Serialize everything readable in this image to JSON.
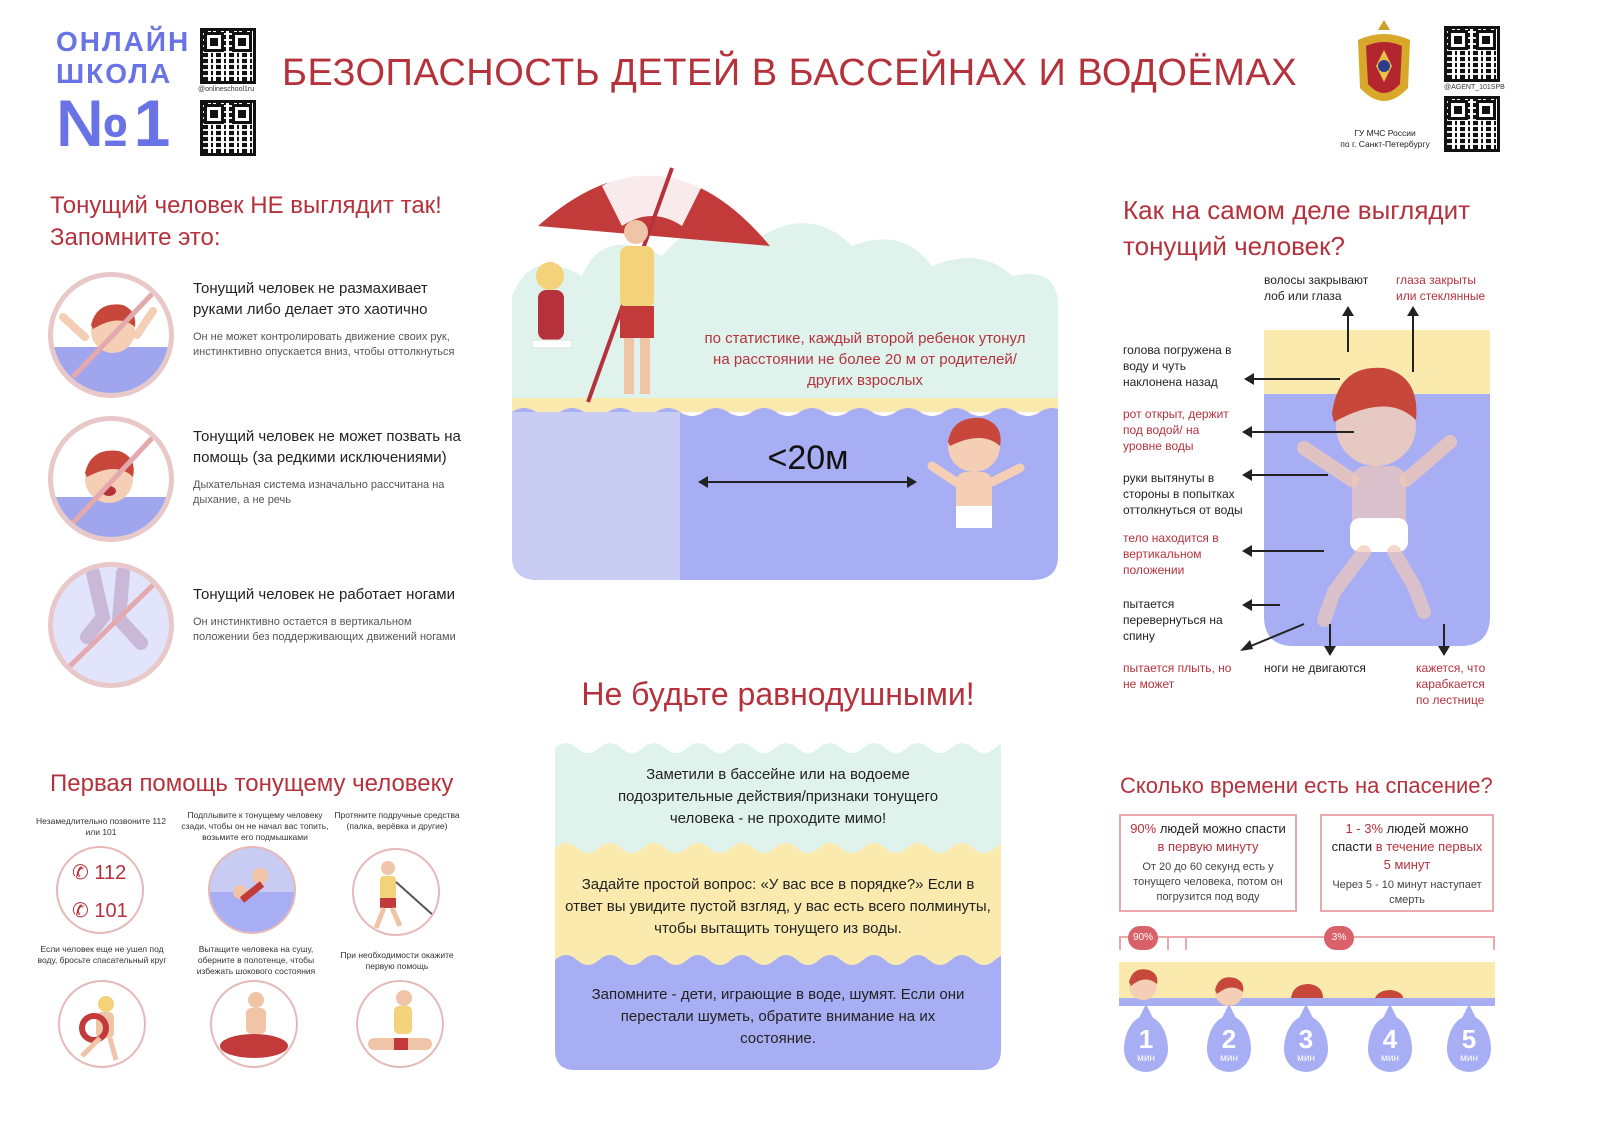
{
  "header": {
    "logo_line1": "ОНЛАЙН",
    "logo_line2": "ШКОЛА",
    "logo_line3": "№1",
    "qr_caption_left": "@onlineschool1ru",
    "title": "БЕЗОПАСНОСТЬ ДЕТЕЙ В БАССЕЙНАХ И ВОДОЁМАХ",
    "emblem_caption_line1": "ГУ МЧС России",
    "emblem_caption_line2": "по г. Санкт-Петербургу",
    "qr_caption_right": "@AGENT_101SPB"
  },
  "left": {
    "title_line1": "Тонущий человек НЕ выглядит так!",
    "title_line2": "Запомните это:",
    "items": [
      {
        "heading": "Тонущий человек не размахивает руками либо делает это хаотично",
        "sub": "Он не может контролировать движение своих рук, инстинктивно опускается вниз, чтобы оттолкнуться"
      },
      {
        "heading": "Тонущий человек не может позвать на помощь (за редкими исключениями)",
        "sub": "Дыхательная система изначально рассчитана на дыхание, а не речь"
      },
      {
        "heading": "Тонущий человек не работает ногами",
        "sub": "Он инстинктивно остается в вертикальном положении без поддерживающих движений ногами"
      }
    ]
  },
  "center": {
    "stat_text": "по статистике, каждый второй ребенок утонул на расстоянии не более 20 м от родителей/других взрослых",
    "distance_label": "<20м",
    "appeal_title": "Не будьте равнодушными!",
    "bands": [
      "Заметили в бассейне или на водоеме подозрительные действия/признаки тонущего человека - не проходите мимо!",
      "Задайте простой вопрос: «У вас все в порядке?» Если в ответ вы увидите пустой взгляд, у вас есть всего полминуты, чтобы вытащить тонущего из воды.",
      "Запомните - дети, играющие в воде, шумят. Если они перестали шуметь, обратите внимание на их состояние."
    ]
  },
  "right": {
    "title_line1": "Как на самом деле выглядит",
    "title_line2": "тонущий человек?",
    "labels": {
      "hair": "волосы закрывают лоб или глаза",
      "eyes": "глаза закрыты или стеклянные",
      "head": "голова погружена в воду и чуть наклонена назад",
      "mouth": "рот открыт, держит под водой/ на уровне воды",
      "arms": "руки вытянуты в стороны в попытках оттолкнуться от воды",
      "body": "тело находится в вертикальном положении",
      "turn": "пытается перевернуться на спину",
      "swim": "пытается плыть, но не может",
      "legs": "ноги не двигаются",
      "ladder": "кажется, что карабкается по лестнице"
    }
  },
  "first_aid": {
    "title": "Первая помощь тонущему человеку",
    "phone1": "112",
    "phone2": "101",
    "captions": [
      "Незамедлительно позвоните 112 или 101",
      "Подплывите к тонущему человеку сзади, чтобы он не начал вас топить, возьмите его подмышками",
      "Протяните подручные средства (палка, верёвка и другие)",
      "Если человек еще не ушел под воду, бросьте спасательный круг",
      "Вытащите человека на сушу, оберните в полотенце, чтобы избежать шокового состояния",
      "При необходимости окажите первую помощь"
    ]
  },
  "rescue_time": {
    "title": "Сколько времени есть на спасение?",
    "box1": {
      "pct": "90%",
      "text1": " людей можно спасти ",
      "accent": "в первую минуту",
      "sub": "От 20 до 60 секунд есть у тонущего человека, потом он погрузится под воду"
    },
    "box2": {
      "pct": "1 - 3%",
      "text1": " людей можно спасти ",
      "accent": "в течение первых 5 минут",
      "sub": "Через 5 - 10 минут наступает смерть"
    },
    "badge1": "90%",
    "badge2": "3%",
    "minutes": [
      "1",
      "2",
      "3",
      "4",
      "5"
    ],
    "minute_unit": "мин"
  },
  "colors": {
    "accent_red": "#b5323c",
    "lavender": "#a8aef3",
    "mint": "#dff3ec",
    "sand": "#fbeaae",
    "logo_blue": "#6a73e6"
  }
}
